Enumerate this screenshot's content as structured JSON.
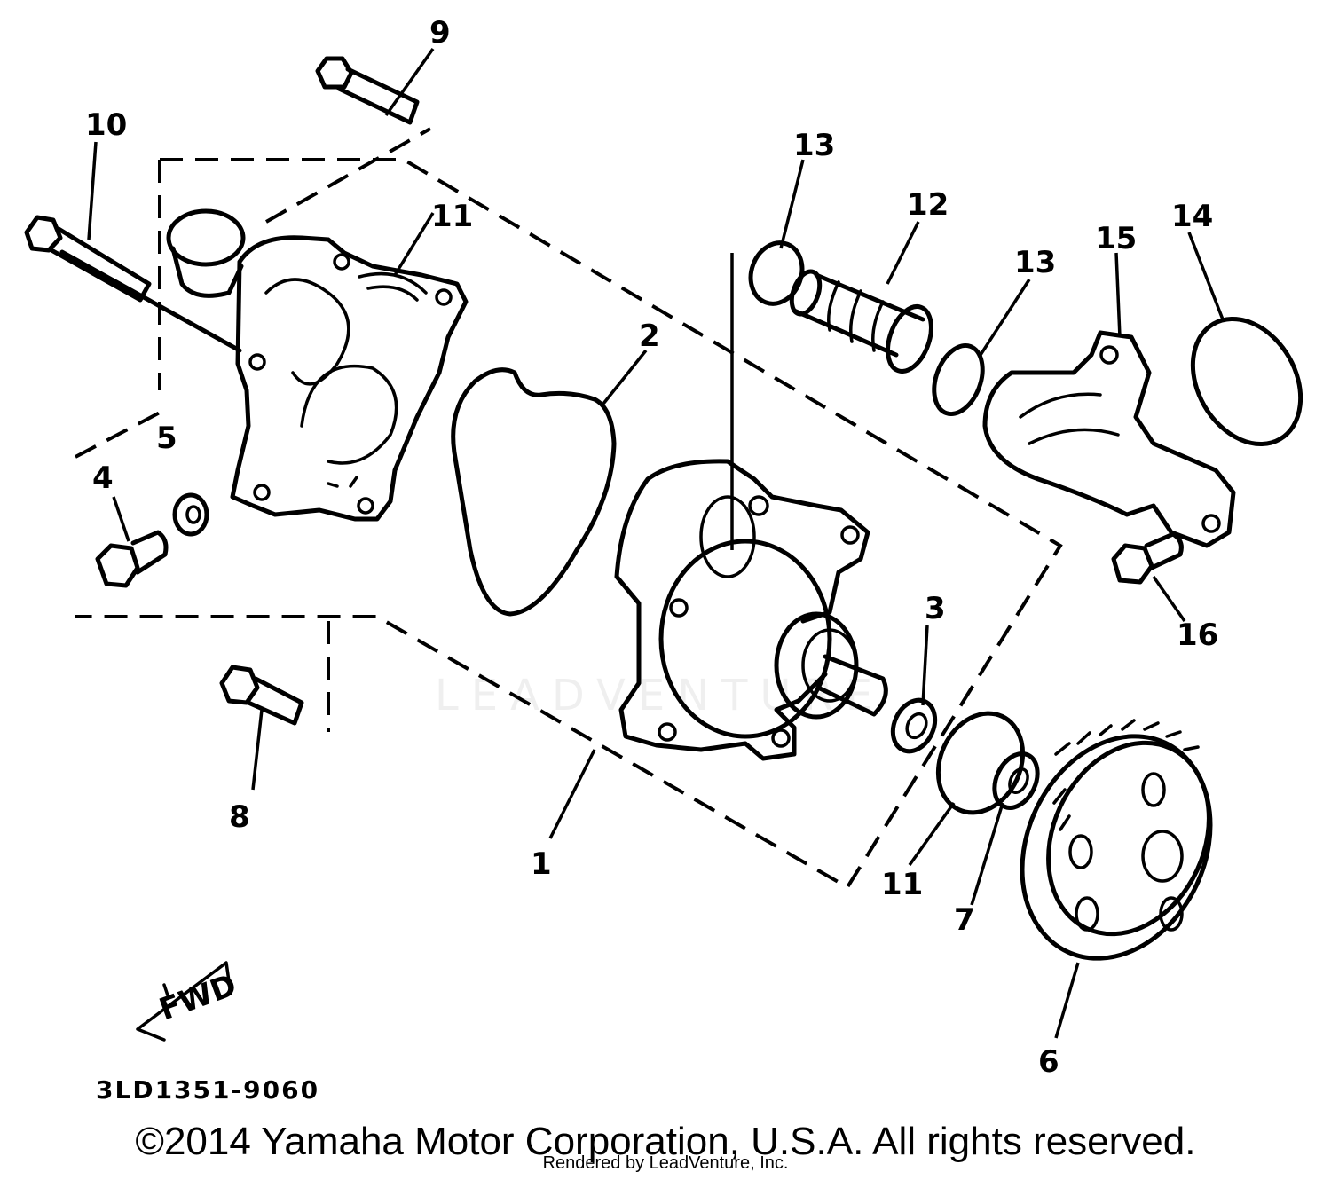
{
  "diagram": {
    "part_code": "3LD1351-9060",
    "fwd_label": "FWD",
    "copyright": "©2014 Yamaha Motor Corporation, U.S.A. All rights reserved.",
    "rendered_by": "Rendered by LeadVenture, Inc.",
    "watermark": "LEADVENTURE",
    "callouts": [
      "1",
      "2",
      "3",
      "4",
      "5",
      "6",
      "7",
      "8",
      "9",
      "10",
      "11",
      "12",
      "13",
      "13",
      "14",
      "15",
      "16"
    ]
  }
}
